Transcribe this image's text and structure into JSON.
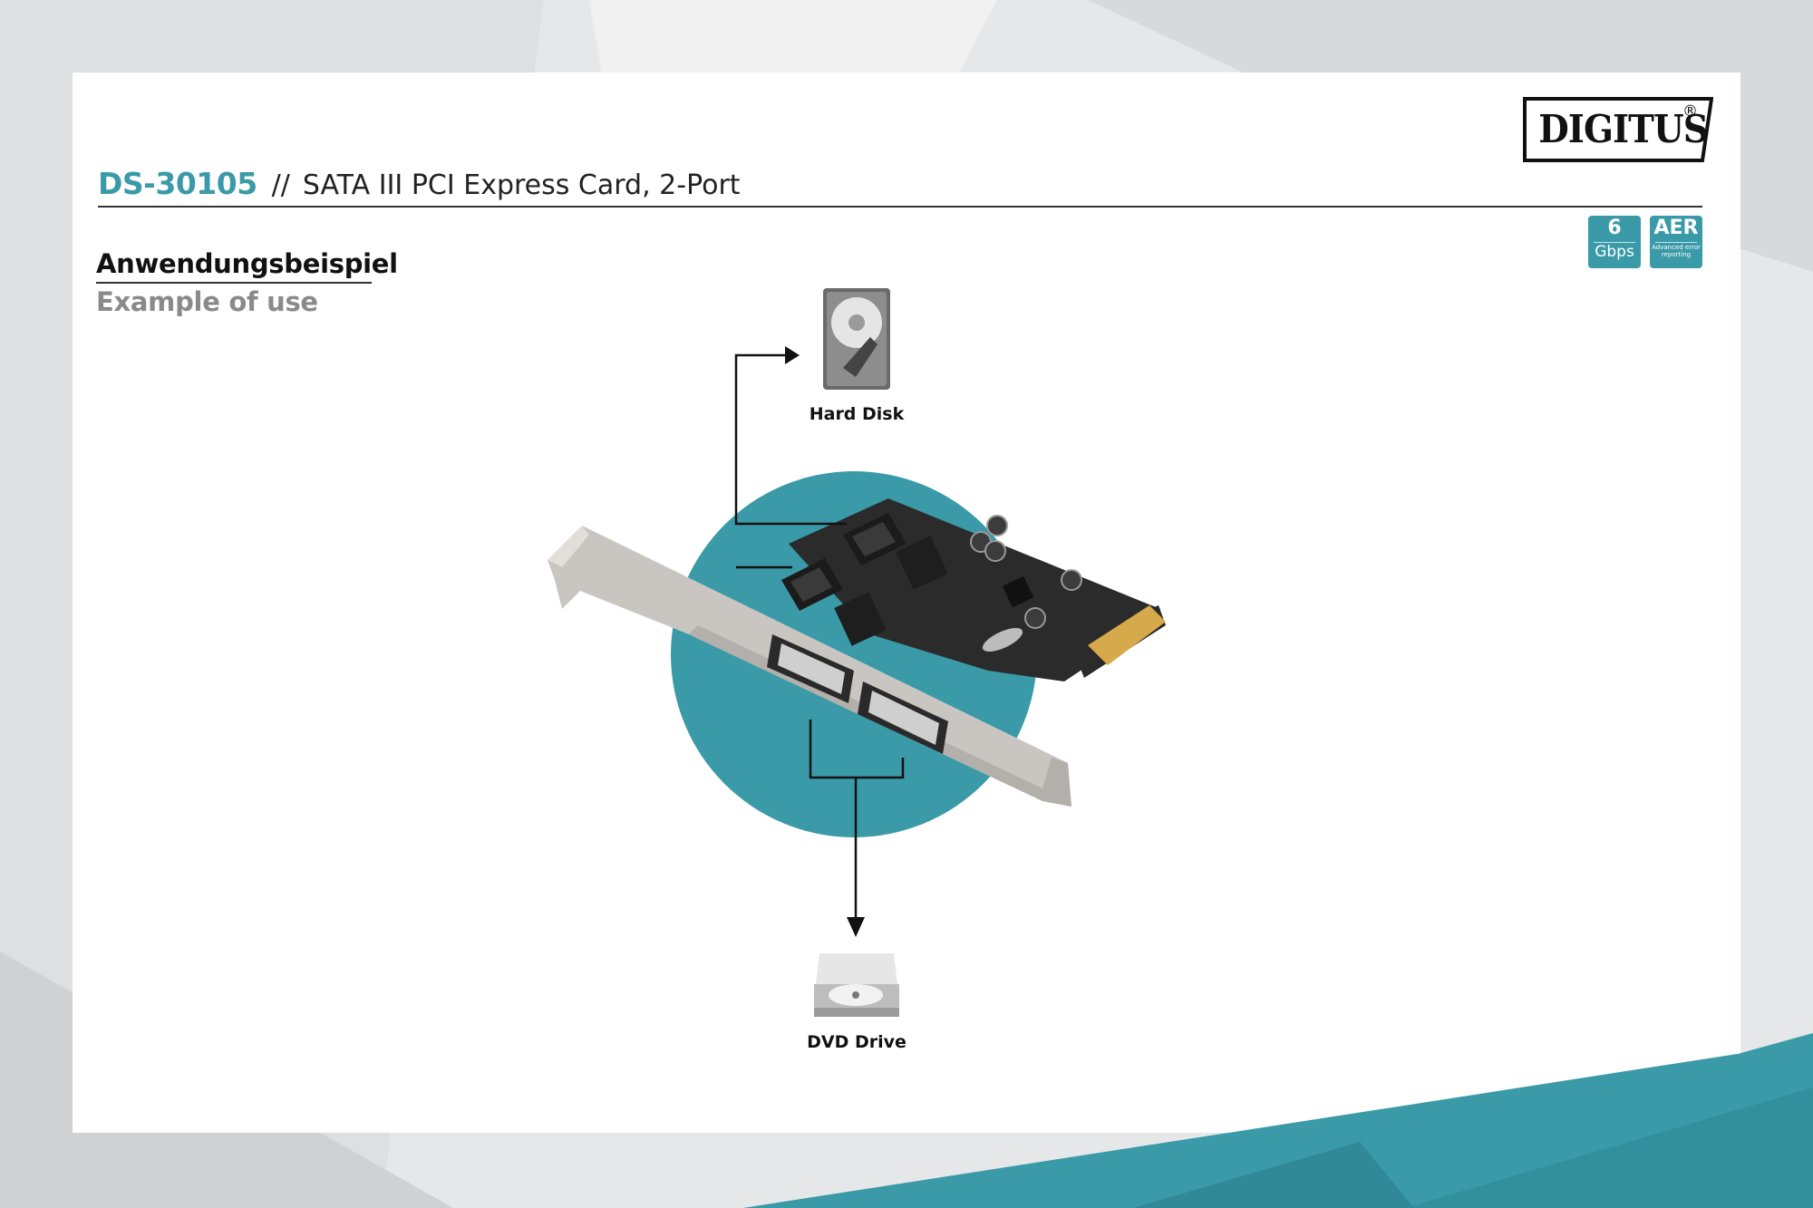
{
  "brand": {
    "logo": "DIGITUS",
    "registered": "®"
  },
  "product": {
    "model": "DS-30105",
    "separator": "//",
    "name": "SATA III PCI Express Card, 2-Port"
  },
  "badges": [
    {
      "top": "6",
      "bottom": "Gbps"
    },
    {
      "top": "AER",
      "bottom": "Advanced error reporting"
    }
  ],
  "section": {
    "title_de": "Anwendungsbeispiel",
    "title_en": "Example of use"
  },
  "devices": {
    "hard_disk": "Hard Disk",
    "dvd_drive": "DVD Drive"
  },
  "colors": {
    "accent": "#3a9aa8",
    "text": "#111111",
    "muted": "#8a8a8a"
  },
  "icons": {
    "hard_disk": "hard-disk-icon",
    "dvd_drive": "dvd-drive-icon",
    "card": "pcie-card-illustration"
  }
}
